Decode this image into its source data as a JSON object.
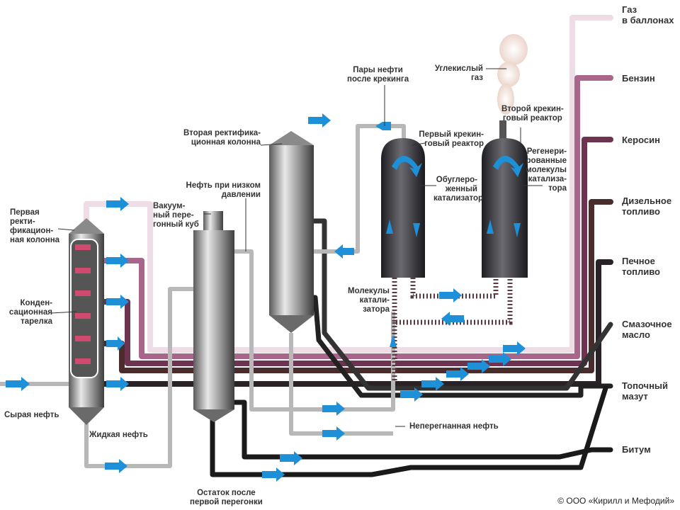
{
  "labels": {
    "crude_oil": "Сырая нефть",
    "first_column": "Первая\nректи-\nфикацион-\nная колонна",
    "condensation_plate": "Конден-\nсационная\nтарелка",
    "liquid_oil": "Жидкая нефть",
    "vacuum_still": "Вакуум-\nный пере-\nгонный куб",
    "low_pressure_oil": "Нефть при низком\nдавлении",
    "second_column": "Вторая ректифика-\nционная колонна",
    "residue": "Остаток после\nпервой перегонки",
    "cracked_vapors": "Пары нефти\nпосле крекинга",
    "first_reactor": "Первый крекин-\nговый реактор",
    "coked_catalyst": "Обуглеро-\nженный\nкатализатор",
    "catalyst_molecules": "Молекулы\nкатали-\nзатора",
    "unrefined_oil": "Неперегнанная нефть",
    "co2": "Углекислый\nгаз",
    "second_reactor": "Второй крекин-\nговый реактор",
    "regenerated": "Регенери-\nрованные\nмолекулы\nкатализа-\nтора"
  },
  "outputs": [
    {
      "label": "Газ\nв баллонах",
      "color": "#eedde6"
    },
    {
      "label": "Бензин",
      "color": "#a8668a"
    },
    {
      "label": "Керосин",
      "color": "#6e3350"
    },
    {
      "label": "Дизельное\nтопливо",
      "color": "#4a2c2c"
    },
    {
      "label": "Печное\nтопливо",
      "color": "#2a2226"
    },
    {
      "label": "Смазочное\nмасло",
      "color": "#333333"
    },
    {
      "label": "Топочный\nмазут",
      "color": "#222222"
    },
    {
      "label": "Битум",
      "color": "#1a1a1a"
    }
  ],
  "colors": {
    "flow_arrow": "#1e90d8",
    "steel": "#9a9a9a",
    "reactor": "#3a3a3e"
  },
  "copyright": "© ООО «Кирилл и Мефодий»"
}
